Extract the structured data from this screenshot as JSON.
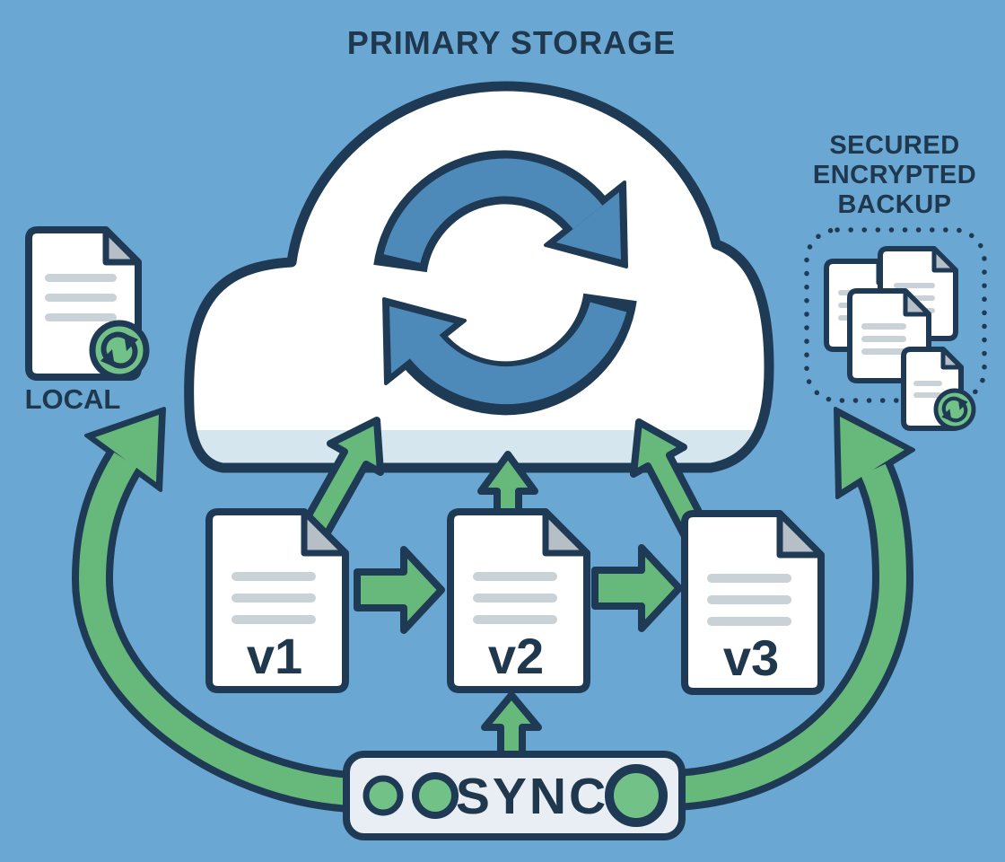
{
  "labels": {
    "primary_storage": "PRIMARY STORAGE",
    "secured_backup": [
      "SECURED",
      "ENCRYPTED",
      "BACKUP"
    ],
    "local": "LOCAL",
    "sync": "SYNC"
  },
  "versions": [
    {
      "label": "v1"
    },
    {
      "label": "v2"
    },
    {
      "label": "v3"
    }
  ],
  "icons": {
    "cloud": "cloud-shape",
    "cloud_sync": "circular-double-arrow",
    "document": "page-with-folded-corner",
    "sync_badge": "green-circular-arrows-badge",
    "backup_boundary": "dotted-rounded-rectangle",
    "sync_bar_indicators": "two-small-green-dots-and-one-large-green-circle",
    "flow_arrows": "green-outlined-arrows"
  },
  "colors": {
    "background": "#6aa7d3",
    "outline_navy": "#1f3a54",
    "text_navy": "#20384e",
    "arrow_green": "#67b97b",
    "badge_green": "#72c287",
    "sync_blue": "#4e8ab9",
    "cloud_white": "#ffffff",
    "cloud_shadow": "#d6e6ef",
    "panel_fill": "#e8eef3",
    "doc_fold": "#b6bec6",
    "doc_line": "#c9d2d7"
  }
}
